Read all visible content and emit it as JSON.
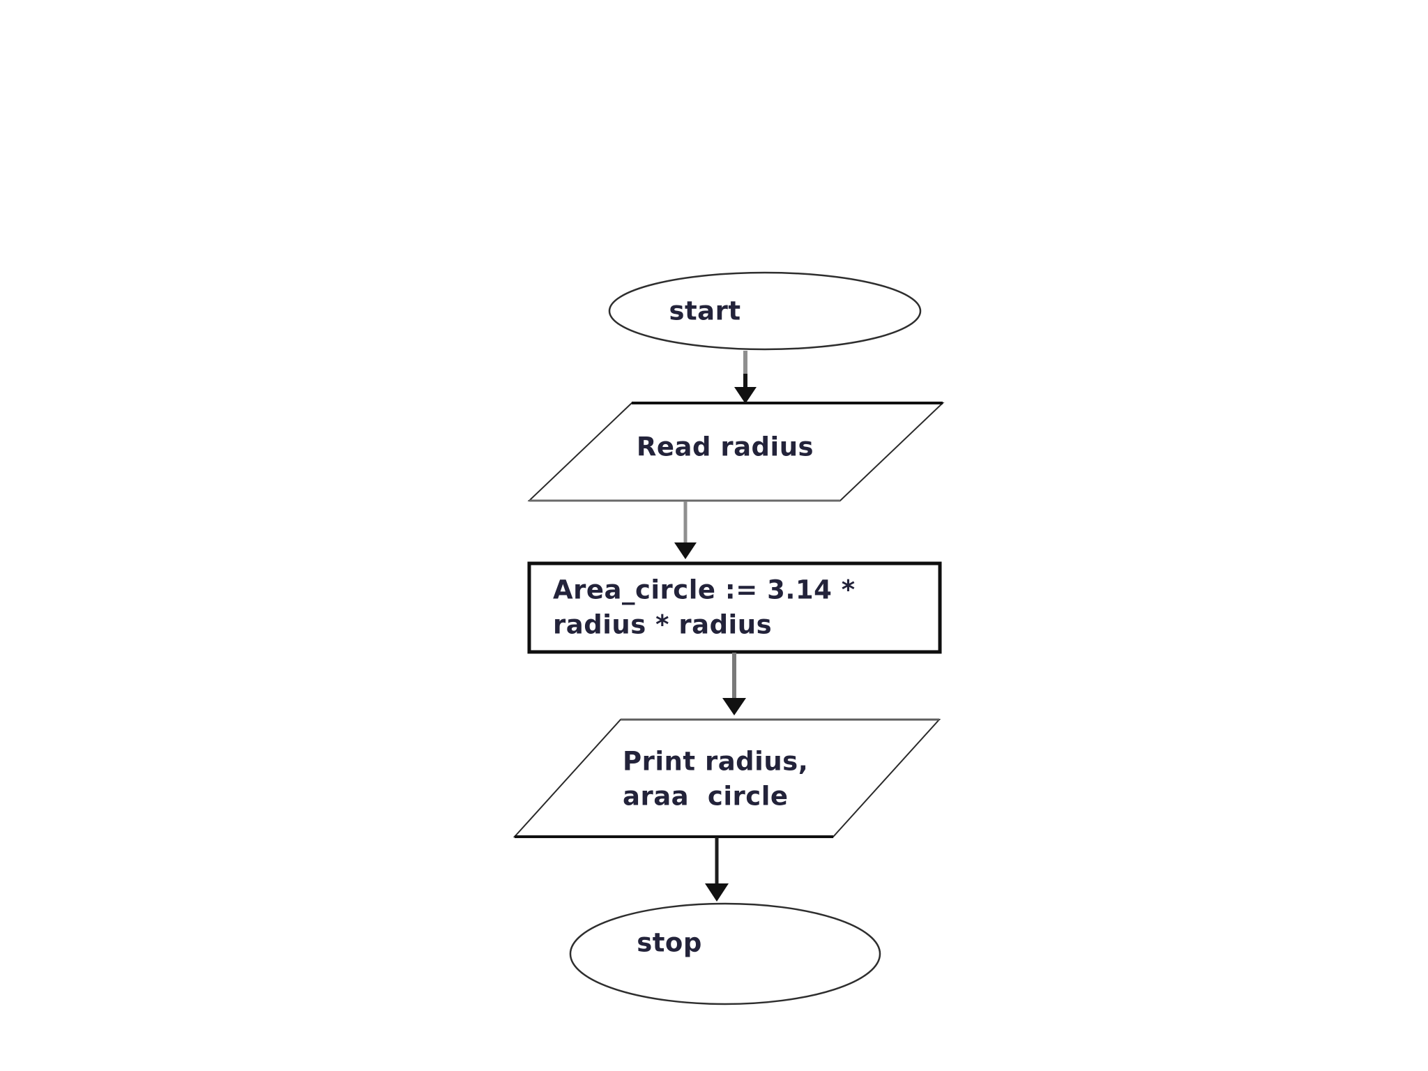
{
  "diagram": {
    "type": "flowchart",
    "background_color": "#ffffff",
    "outline_color": "#2b2b2b",
    "text_color": "#23233a",
    "arrow_shaft_gray": "#8f8f8f",
    "arrow_head_color": "#111111",
    "nodes": [
      {
        "id": "start",
        "shape": "terminator-ellipse",
        "lines": [
          "start"
        ]
      },
      {
        "id": "read-radius",
        "shape": "io-parallelogram",
        "lines": [
          "Read radius"
        ]
      },
      {
        "id": "compute-area",
        "shape": "process-rectangle",
        "lines": [
          "Area_circle := 3.14 *",
          "radius * radius"
        ]
      },
      {
        "id": "print-result",
        "shape": "io-parallelogram",
        "lines": [
          "Print radius,",
          "araa  circle"
        ]
      },
      {
        "id": "stop",
        "shape": "terminator-ellipse",
        "lines": [
          "stop"
        ]
      }
    ],
    "edges": [
      {
        "from": "start",
        "to": "read-radius"
      },
      {
        "from": "read-radius",
        "to": "compute-area"
      },
      {
        "from": "compute-area",
        "to": "print-result"
      },
      {
        "from": "print-result",
        "to": "stop"
      }
    ]
  }
}
